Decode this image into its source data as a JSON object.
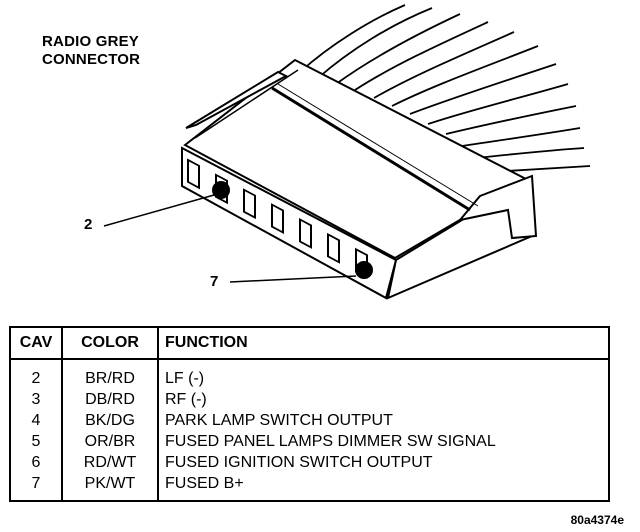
{
  "title_line1": "RADIO GREY",
  "title_line2": "CONNECTOR",
  "pin_labels": [
    "2",
    "7"
  ],
  "table": {
    "headers": [
      "CAV",
      "COLOR",
      "FUNCTION"
    ],
    "rows": [
      {
        "cav": "2",
        "color": "BR/RD",
        "function": "LF (-)"
      },
      {
        "cav": "3",
        "color": "DB/RD",
        "function": "RF (-)"
      },
      {
        "cav": "4",
        "color": "BK/DG",
        "function": "PARK LAMP SWITCH OUTPUT"
      },
      {
        "cav": "5",
        "color": "OR/BR",
        "function": "FUSED PANEL LAMPS DIMMER SW SIGNAL"
      },
      {
        "cav": "6",
        "color": "RD/WT",
        "function": "FUSED IGNITION SWITCH  OUTPUT"
      },
      {
        "cav": "7",
        "color": "PK/WT",
        "function": "FUSED B+"
      }
    ]
  },
  "reference": "80a4374e"
}
